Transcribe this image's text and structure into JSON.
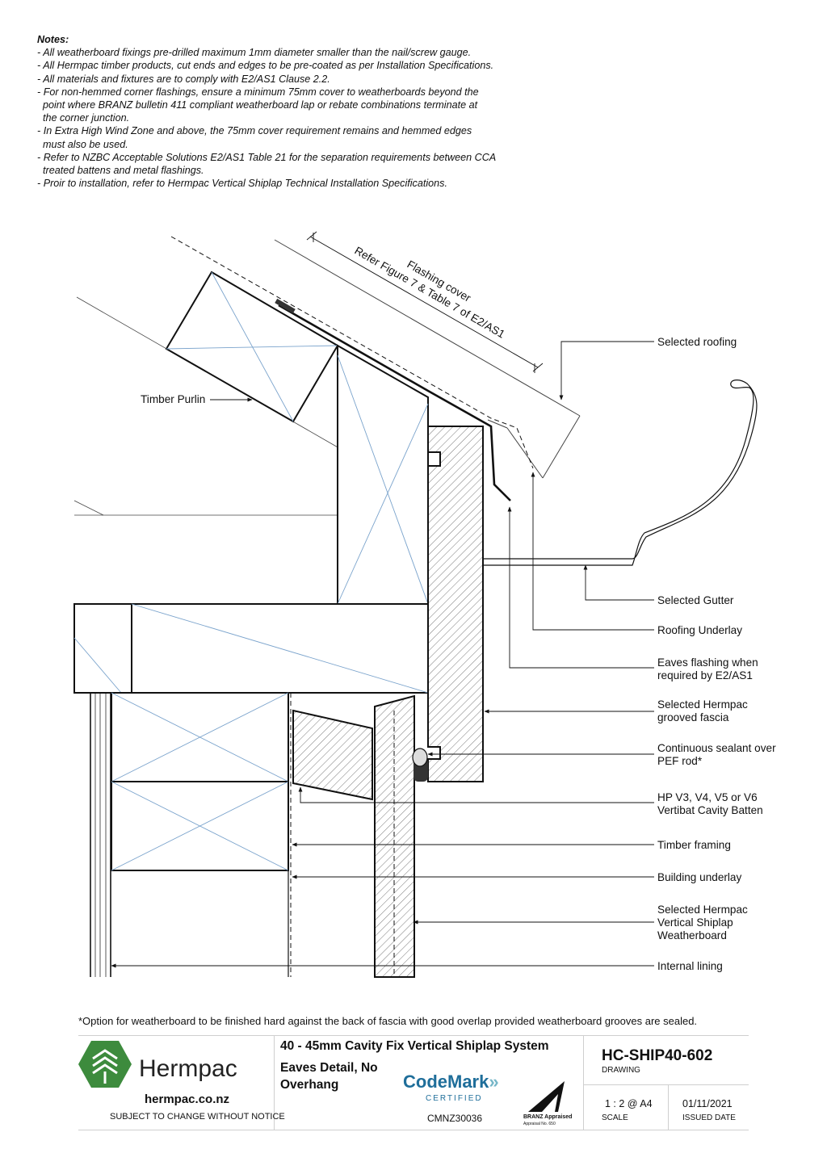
{
  "notes": {
    "title": "Notes:",
    "lines": [
      "- All weatherboard fixings pre-drilled maximum 1mm diameter smaller than the nail/screw gauge.",
      "- All Hermpac timber products, cut ends and edges to be pre-coated as per Installation Specifications.",
      "- All materials and fixtures are to comply with E2/AS1 Clause 2.2.",
      "- For non-hemmed corner flashings, ensure a minimum 75mm cover to weatherboards beyond the",
      "  point where BRANZ bulletin 411 compliant weatherboard lap or rebate combinations terminate at",
      "  the corner junction.",
      "- In Extra High Wind Zone and above, the 75mm cover requirement remains and hemmed edges",
      "  must also be used.",
      "- Refer to NZBC Acceptable Solutions E2/AS1 Table 21 for the separation requirements between CCA",
      "  treated battens and metal flashings.",
      "- Proir to installation, refer to Hermpac Vertical Shiplap Technical Installation Specifications."
    ]
  },
  "drawing": {
    "flashing_cover_line1": "Flashing cover",
    "flashing_cover_line2": "Refer Figure 7 & Table 7 of E2/AS1",
    "timber_purlin": "Timber Purlin",
    "labels": {
      "selected_roofing": "Selected roofing",
      "selected_gutter": "Selected Gutter",
      "roofing_underlay": "Roofing Underlay",
      "eaves_flashing_1": "Eaves flashing when",
      "eaves_flashing_2": "required by E2/AS1",
      "fascia_1": "Selected Hermpac",
      "fascia_2": "grooved fascia",
      "sealant_1": "Continuous sealant over",
      "sealant_2": "PEF rod*",
      "batten_1": "HP V3, V4, V5 or V6",
      "batten_2": "Vertibat Cavity Batten",
      "timber_framing": "Timber framing",
      "building_underlay": "Building underlay",
      "weatherboard_1": "Selected Hermpac",
      "weatherboard_2": "Vertical Shiplap",
      "weatherboard_3": "Weatherboard",
      "internal_lining": "Internal lining"
    },
    "colors": {
      "line": "#111111",
      "cross": "#7aa3cc",
      "hatch": "#555555"
    }
  },
  "footnote": "*Option for weatherboard to be finished hard against the back of fascia with good overlap provided weatherboard grooves are sealed.",
  "titleblock": {
    "brand": "Hermpac",
    "website": "hermpac.co.nz",
    "notice": "SUBJECT TO CHANGE WITHOUT NOTICE",
    "system_title": "40 - 45mm Cavity Fix Vertical Shiplap System",
    "detail_line1": "Eaves Detail, No",
    "detail_line2": "Overhang",
    "codemark": "CodeMark",
    "codemark_sub": "CERTIFIED",
    "codemark_number": "CMNZ30036",
    "branz_1": "BRANZ Appraised",
    "branz_2": "Appraisal No. 650",
    "drawing_number": "HC-SHIP40-602",
    "drawing_label": "DRAWING",
    "scale": "1 : 2 @ A4",
    "scale_label": "SCALE",
    "issued_date": "01/11/2021",
    "issued_label": "ISSUED DATE",
    "brand_color": "#3d8b3d",
    "codemark_color": "#1f6e9a"
  }
}
